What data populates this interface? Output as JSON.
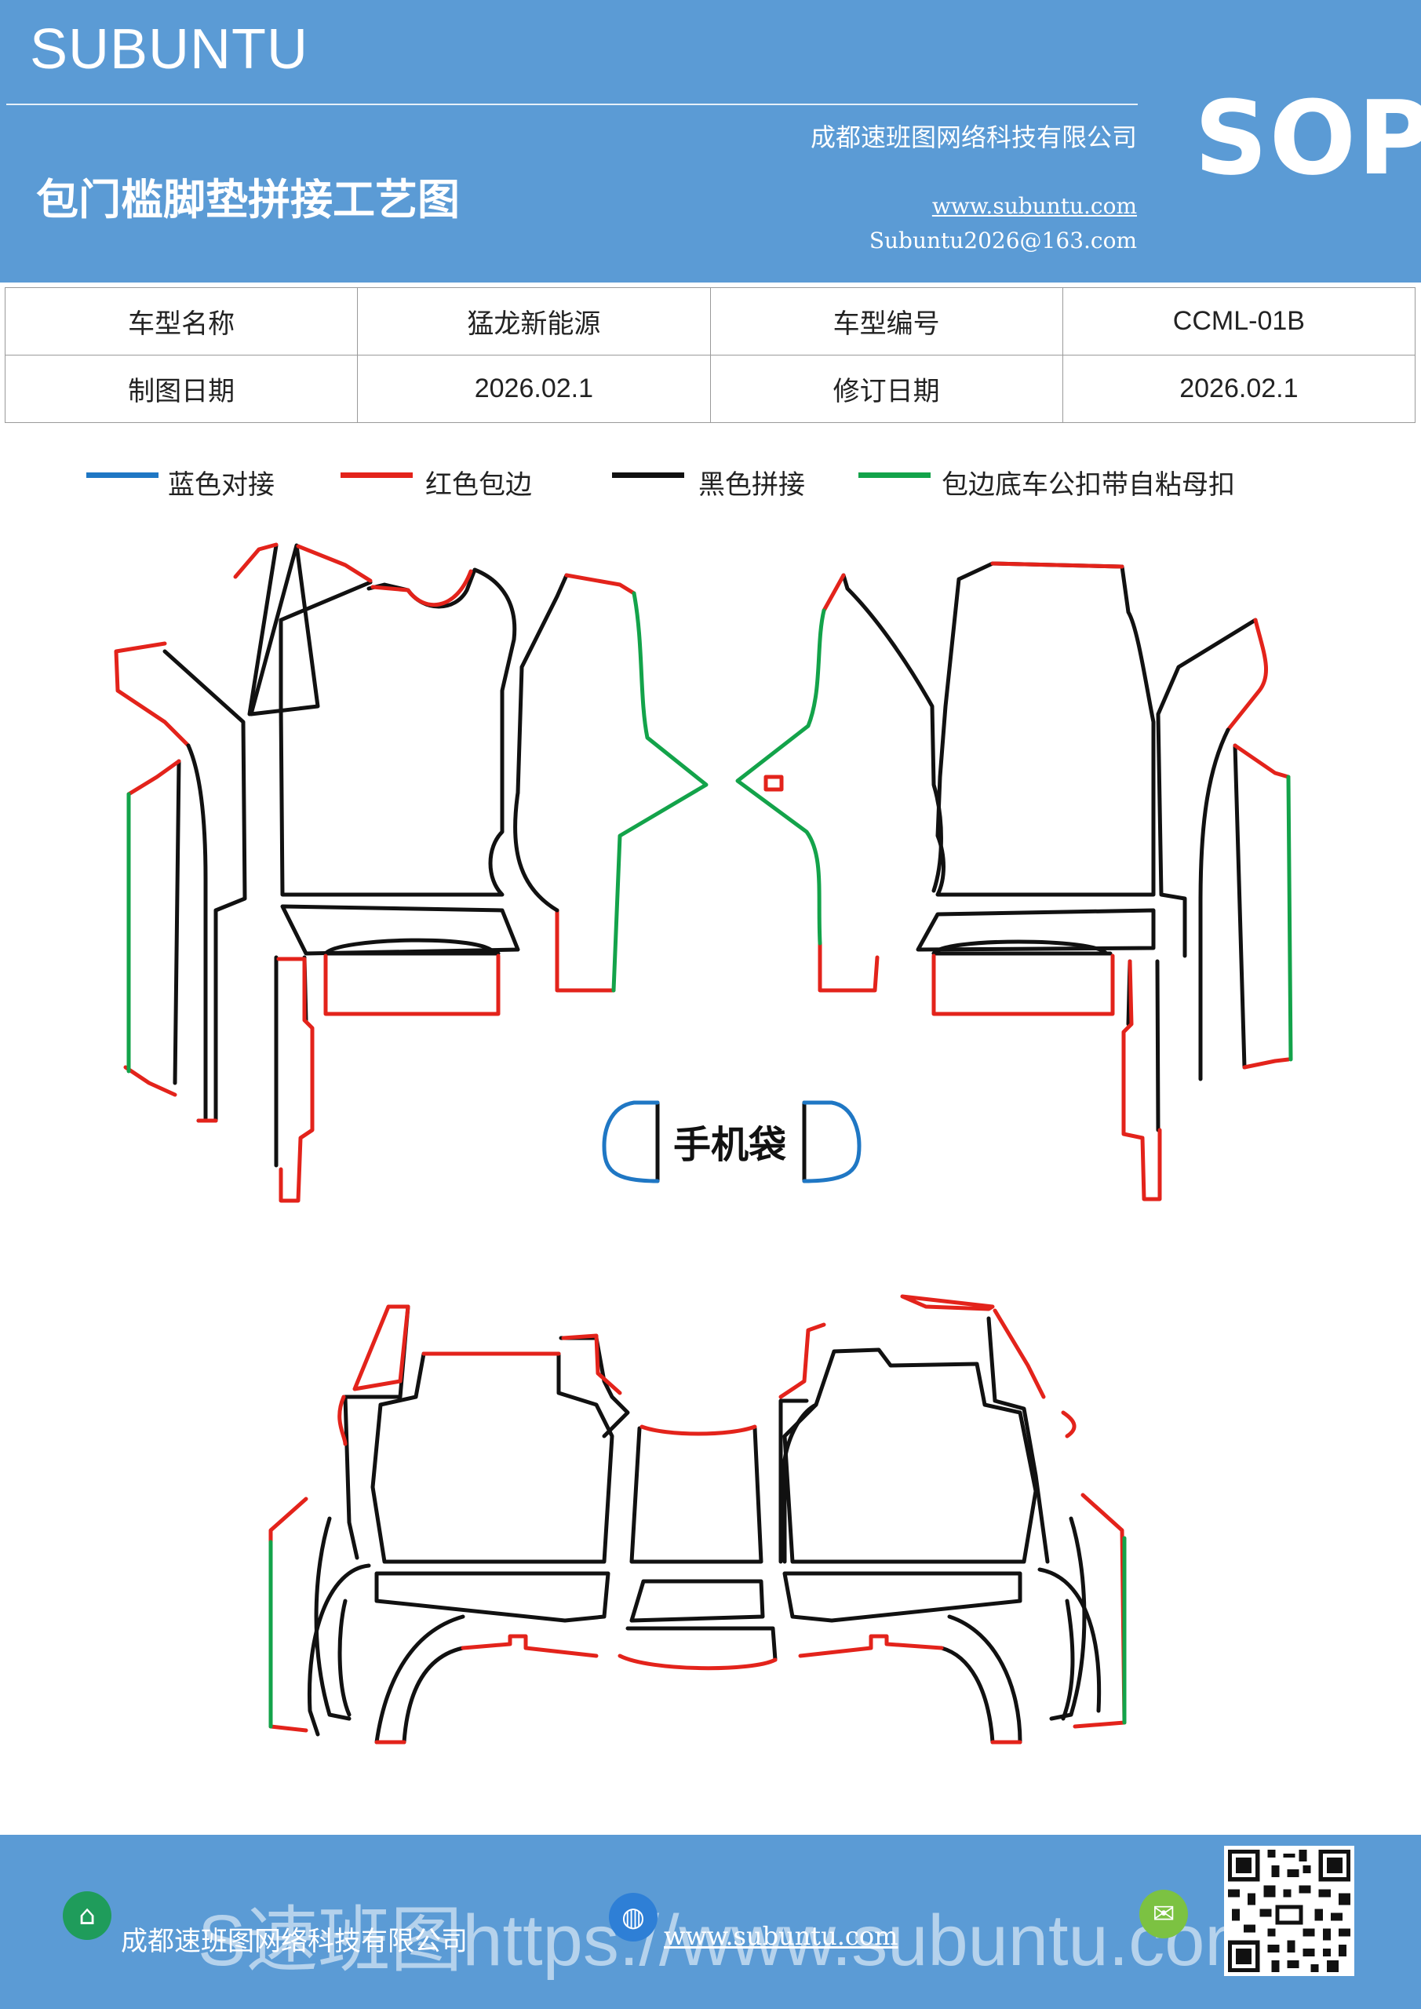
{
  "header": {
    "brand": "SUBUNTU",
    "title": "包门槛脚垫拼接工艺图",
    "badge": "SOP",
    "company": "成都速班图网络科技有限公司",
    "website": "www.subuntu.com",
    "email": "Subuntu2026@163.com"
  },
  "info_table": {
    "rows": [
      [
        "车型名称",
        "猛龙新能源",
        "车型编号",
        "CCML-01B"
      ],
      [
        "制图日期",
        "2026.02.1",
        "修订日期",
        "2026.02.1"
      ]
    ]
  },
  "legend": [
    {
      "label": "蓝色对接",
      "color": "#1f77c4"
    },
    {
      "label": "红色包边",
      "color": "#e3231b"
    },
    {
      "label": "黑色拼接",
      "color": "#111111"
    },
    {
      "label": "包边底车公扣带自粘母扣",
      "color": "#13a34a"
    }
  ],
  "diagram": {
    "pocket_label": "手机袋",
    "colors": {
      "black": "#111111",
      "red": "#e3231b",
      "green": "#13a34a",
      "blue": "#1f77c4"
    }
  },
  "footer": {
    "company": "成都速班图网络科技有限公司",
    "website": "www.subuntu.com",
    "overlay": "S速班图https://www.subuntu.com",
    "company_icon": "building-icon",
    "globe_icon": "globe-icon",
    "wechat_icon": "wechat-icon"
  }
}
